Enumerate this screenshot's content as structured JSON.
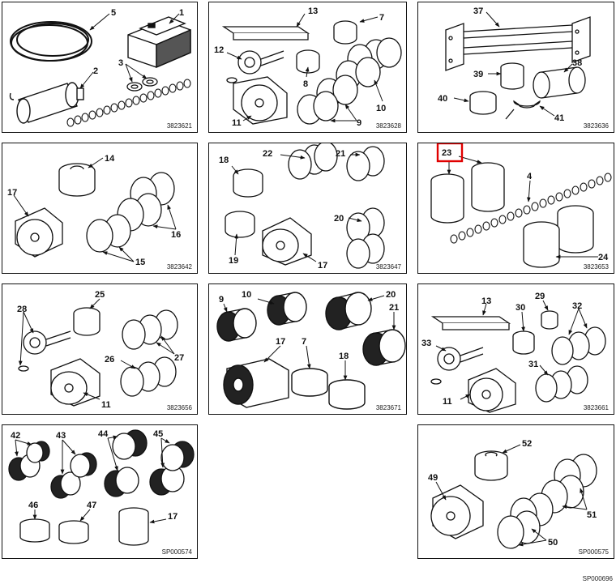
{
  "panels": [
    {
      "code": "3823621",
      "callouts": [
        "1",
        "2",
        "3",
        "5"
      ]
    },
    {
      "code": "3823628",
      "callouts": [
        "7",
        "8",
        "9",
        "10",
        "11",
        "12",
        "13"
      ]
    },
    {
      "code": "3823636",
      "callouts": [
        "37",
        "38",
        "39",
        "40",
        "41"
      ]
    },
    {
      "code": "3823642",
      "callouts": [
        "14",
        "15",
        "16",
        "17"
      ]
    },
    {
      "code": "3823647",
      "callouts": [
        "17",
        "18",
        "19",
        "20",
        "21",
        "22"
      ]
    },
    {
      "code": "3823653",
      "callouts": [
        "4",
        "23",
        "24"
      ],
      "highlighted_callout": "23",
      "highlight_color": "#e00000"
    },
    {
      "code": "3823656",
      "callouts": [
        "11",
        "25",
        "26",
        "27",
        "28"
      ]
    },
    {
      "code": "3823671",
      "callouts": [
        "7",
        "9",
        "10",
        "17",
        "18",
        "20",
        "21"
      ]
    },
    {
      "code": "3823661",
      "callouts": [
        "11",
        "13",
        "29",
        "30",
        "31",
        "32",
        "33"
      ]
    },
    {
      "code": "SP000574",
      "callouts": [
        "17",
        "42",
        "43",
        "44",
        "45",
        "46",
        "47"
      ]
    },
    {
      "code": "SP000575",
      "callouts": [
        "49",
        "50",
        "51",
        "52"
      ]
    }
  ],
  "page_code": "SP000696"
}
